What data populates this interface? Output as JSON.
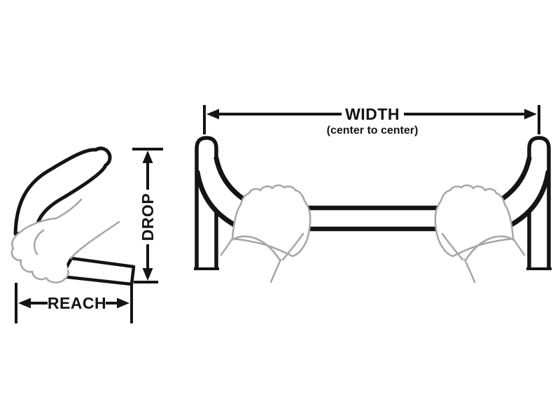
{
  "labels": {
    "width": "WIDTH",
    "width_note": "(center to center)",
    "drop": "DROP",
    "reach": "REACH"
  },
  "colors": {
    "line": "#141414",
    "hand": "#a6a6a6",
    "background": "#ffffff"
  }
}
